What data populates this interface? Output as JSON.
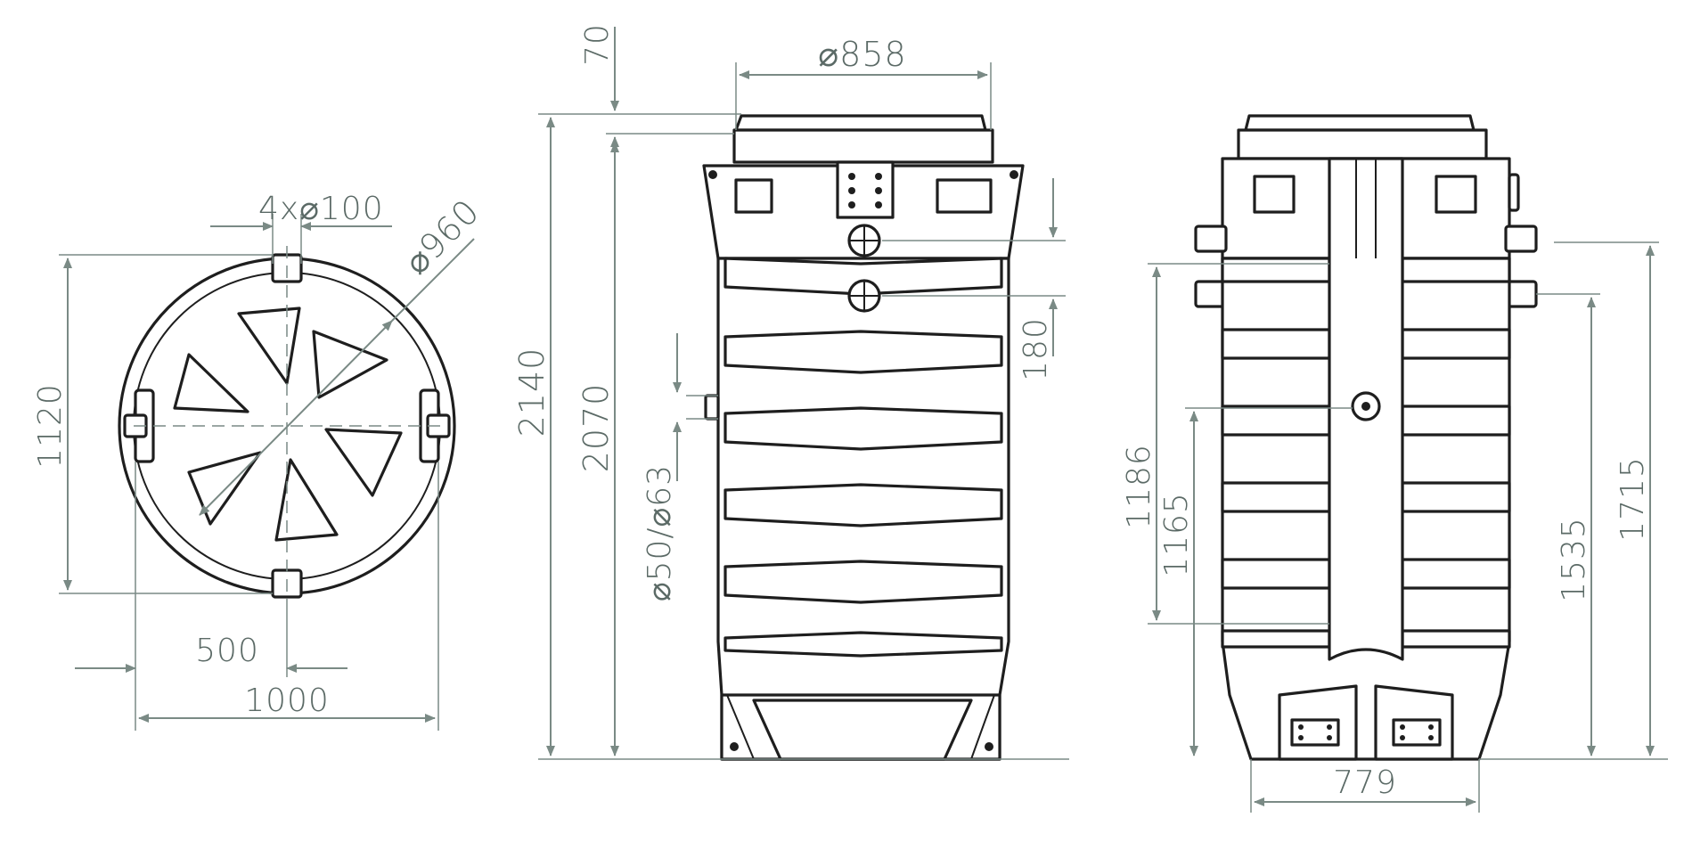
{
  "colors": {
    "dimension": "#7a8a85",
    "dimension_text": "#5b6a66",
    "outline": "#1e1e1e",
    "background": "#ffffff"
  },
  "top_view": {
    "holes_label": "4x⌀100",
    "diameter_label": "⌀960",
    "height_label": "1120",
    "half_width_label": "500",
    "width_label": "1000"
  },
  "front_view": {
    "total_height_label": "2140",
    "lid_offset_label": "70",
    "body_height_label": "2070",
    "top_diameter_label": "⌀858",
    "inlet_spacing_label": "180",
    "vent_label": "⌀50/⌀63"
  },
  "side_view": {
    "outlet_height_label": "1186",
    "inner_height_label": "1165",
    "mid_height_label": "1535",
    "inlet_height_label": "1715",
    "base_width_label": "779"
  }
}
